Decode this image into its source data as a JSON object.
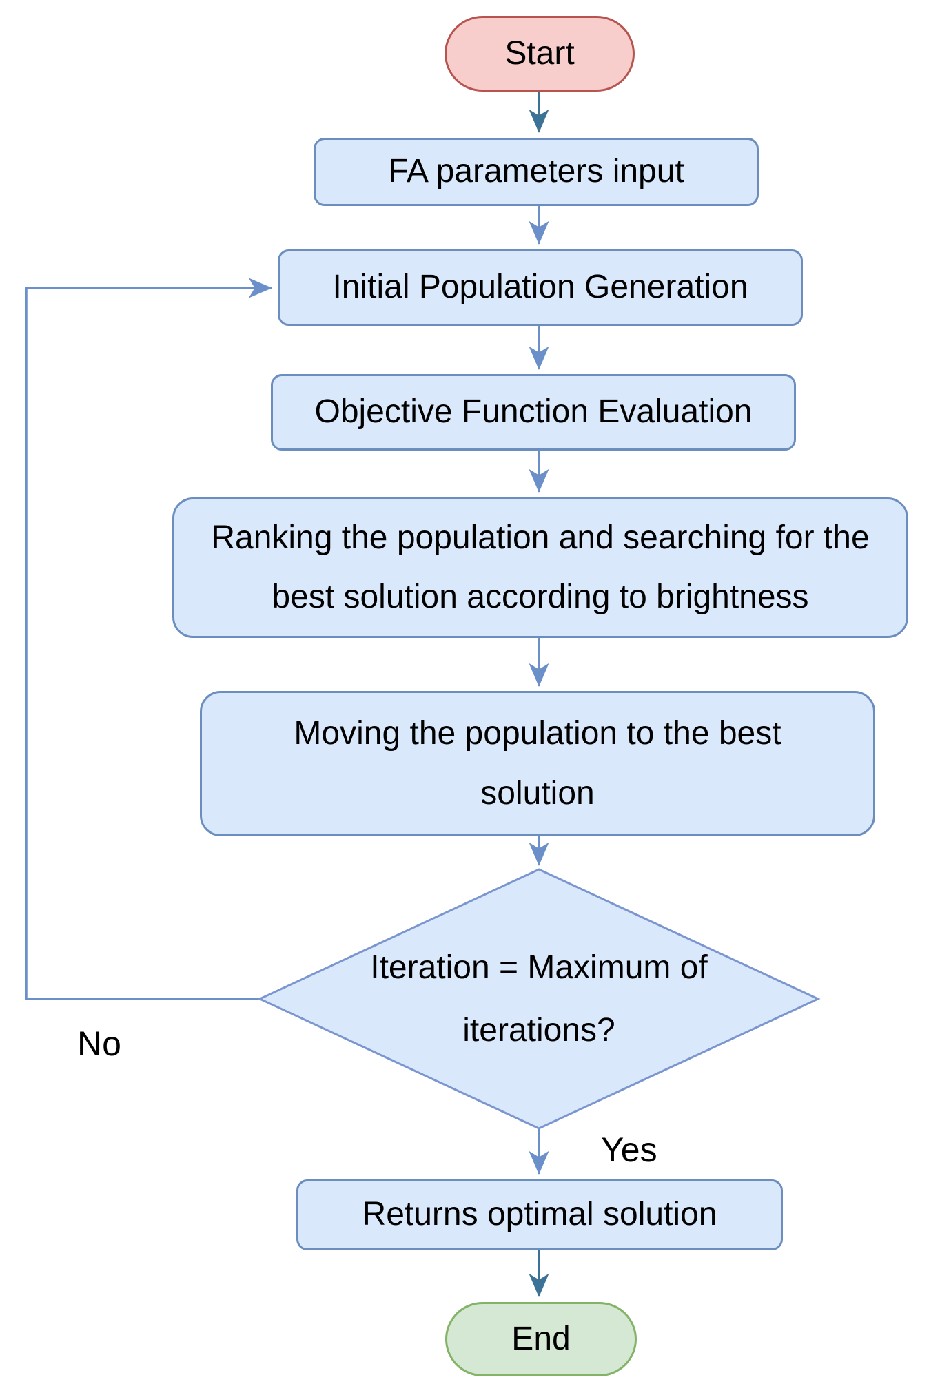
{
  "flowchart": {
    "nodes": {
      "start": {
        "type": "terminator",
        "label": "Start"
      },
      "fa_params": {
        "type": "process",
        "label": "FA parameters input"
      },
      "initial_population": {
        "type": "process",
        "label": "Initial Population Generation"
      },
      "objective_evaluation": {
        "type": "process",
        "label": "Objective Function Evaluation"
      },
      "ranking": {
        "type": "process",
        "label": "Ranking the population and searching for the best solution according to brightness"
      },
      "moving": {
        "type": "process",
        "label": "Moving the population to the best solution"
      },
      "decision": {
        "type": "decision",
        "label": "Iteration = Maximum of iterations?"
      },
      "returns_solution": {
        "type": "process",
        "label": "Returns optimal solution"
      },
      "end": {
        "type": "terminator",
        "label": "End"
      }
    },
    "edge_labels": {
      "no": "No",
      "yes": "Yes"
    },
    "colors": {
      "process_fill": "#dae8fc",
      "process_stroke": "#6c8ebf",
      "decision_fill": "#dae8fc",
      "decision_stroke": "#7b96cf",
      "start_fill": "#f8cecc",
      "start_stroke": "#b85450",
      "end_fill": "#d5e8d4",
      "end_stroke": "#82b366",
      "connector": "#6b8fc9",
      "connector_dark": "#3c7295",
      "text": "#000000"
    }
  }
}
